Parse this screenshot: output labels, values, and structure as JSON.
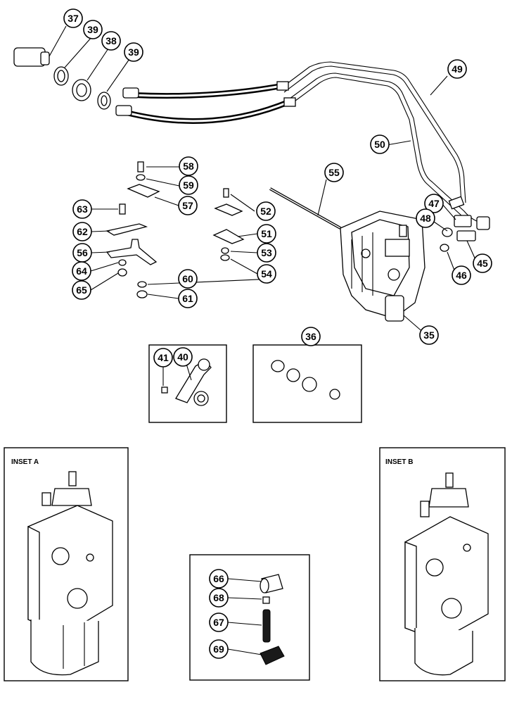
{
  "callouts": [
    {
      "id": "37",
      "label": "37"
    },
    {
      "id": "39a",
      "label": "39"
    },
    {
      "id": "38",
      "label": "38"
    },
    {
      "id": "39b",
      "label": "39"
    },
    {
      "id": "49",
      "label": "49"
    },
    {
      "id": "50",
      "label": "50"
    },
    {
      "id": "58",
      "label": "58"
    },
    {
      "id": "59",
      "label": "59"
    },
    {
      "id": "57",
      "label": "57"
    },
    {
      "id": "55",
      "label": "55"
    },
    {
      "id": "63",
      "label": "63"
    },
    {
      "id": "52",
      "label": "52"
    },
    {
      "id": "62",
      "label": "62"
    },
    {
      "id": "51",
      "label": "51"
    },
    {
      "id": "56",
      "label": "56"
    },
    {
      "id": "53",
      "label": "53"
    },
    {
      "id": "64",
      "label": "64"
    },
    {
      "id": "54",
      "label": "54"
    },
    {
      "id": "65",
      "label": "65"
    },
    {
      "id": "60",
      "label": "60"
    },
    {
      "id": "61",
      "label": "61"
    },
    {
      "id": "47",
      "label": "47"
    },
    {
      "id": "48",
      "label": "48"
    },
    {
      "id": "46",
      "label": "46"
    },
    {
      "id": "45",
      "label": "45"
    },
    {
      "id": "35",
      "label": "35"
    },
    {
      "id": "36",
      "label": "36"
    },
    {
      "id": "41",
      "label": "41"
    },
    {
      "id": "40",
      "label": "40"
    },
    {
      "id": "66",
      "label": "66"
    },
    {
      "id": "68",
      "label": "68"
    },
    {
      "id": "67",
      "label": "67"
    },
    {
      "id": "69",
      "label": "69"
    }
  ],
  "insets": {
    "a_title": "INSET A",
    "b_title": "INSET B"
  }
}
